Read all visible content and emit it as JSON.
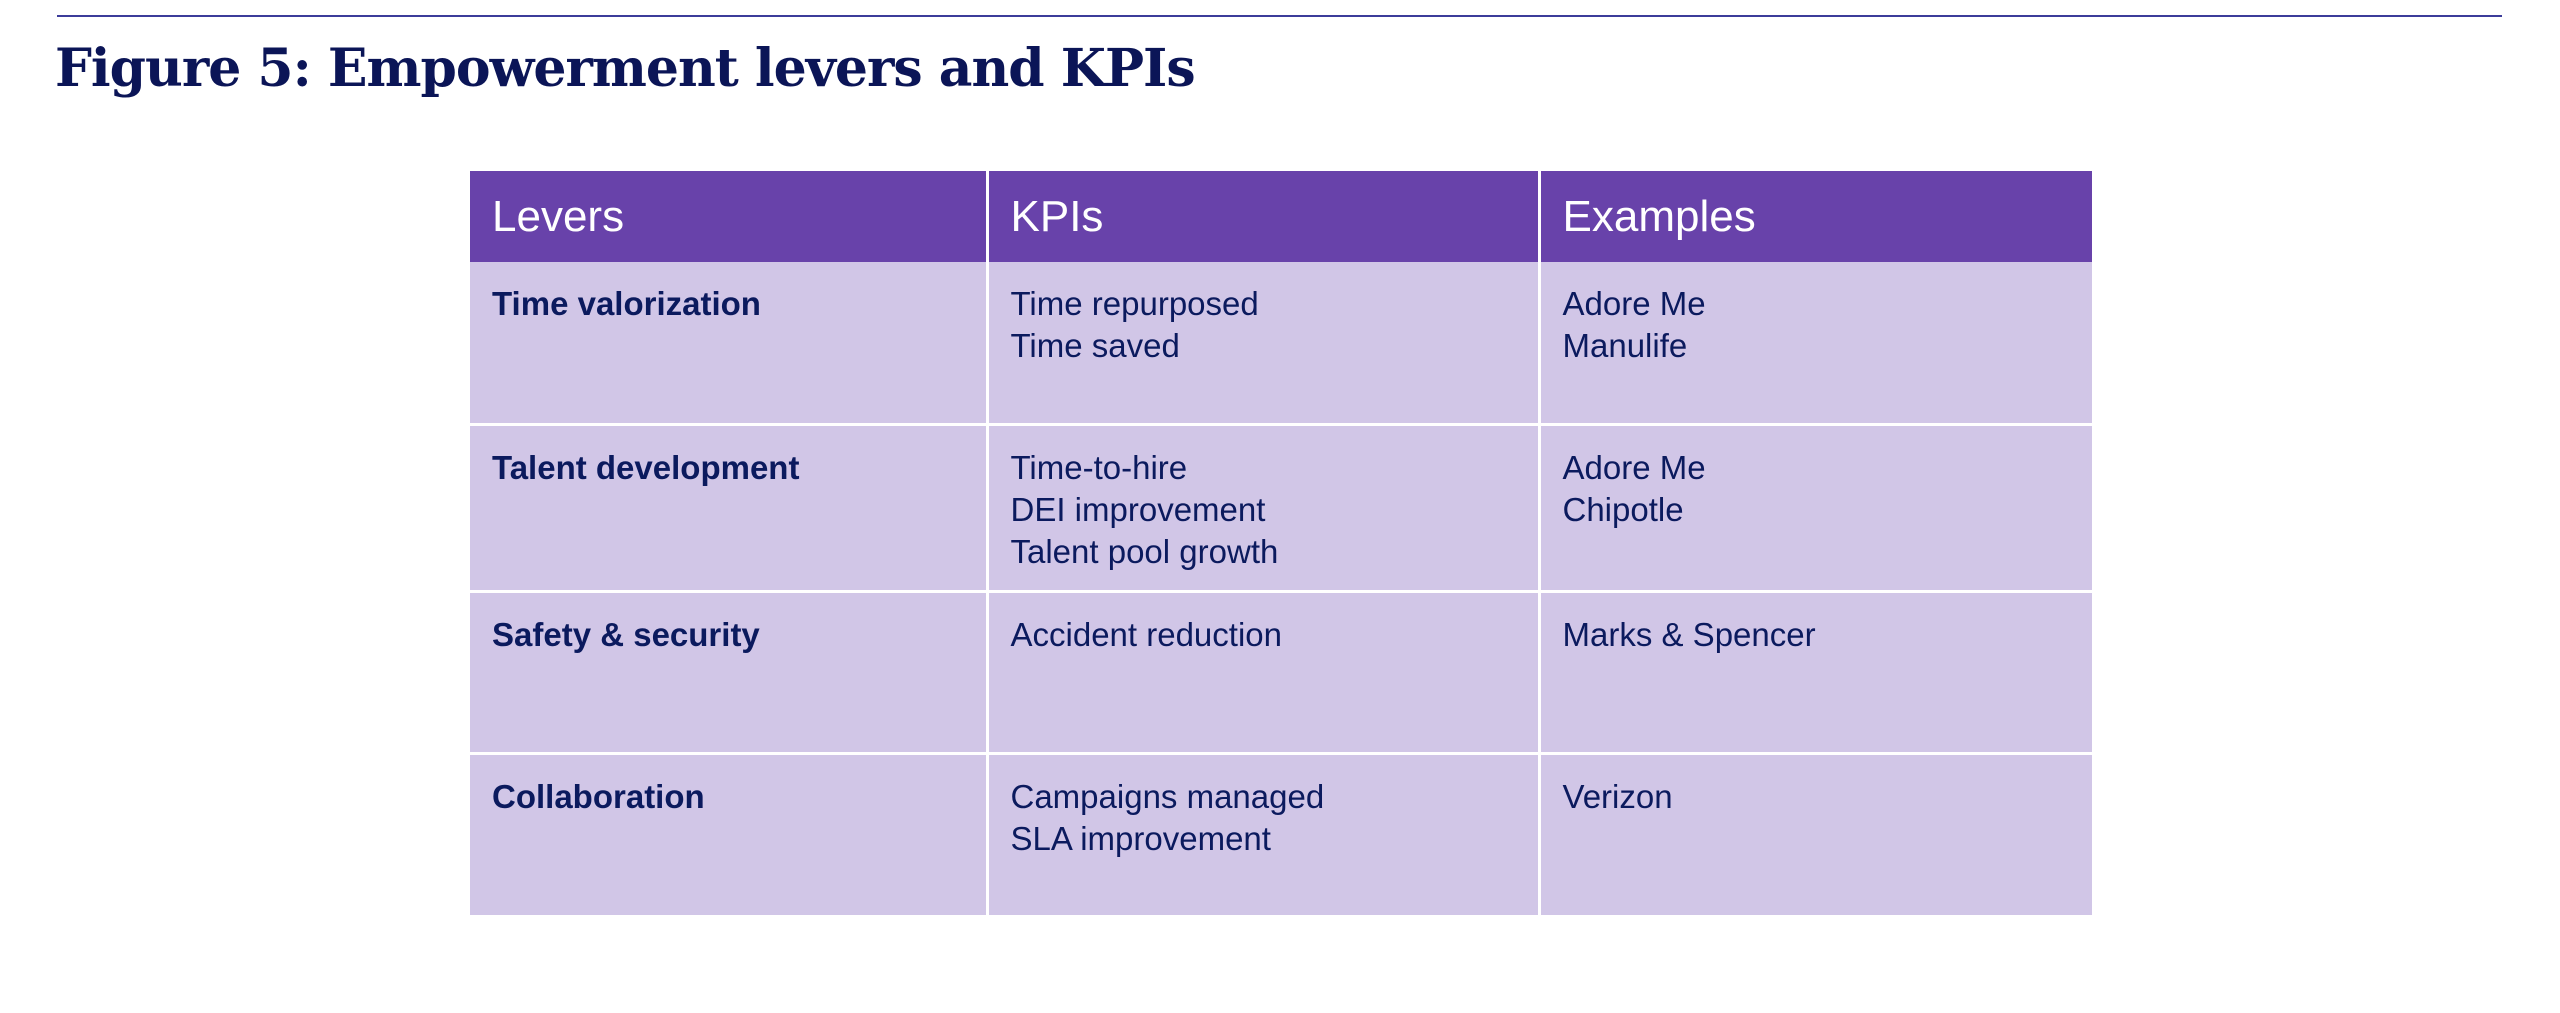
{
  "figure": {
    "title": "Figure 5: Empowerment levers and KPIs"
  },
  "table": {
    "headers": [
      "Levers",
      "KPIs",
      "Examples"
    ],
    "rows": [
      {
        "lever": "Time valorization",
        "kpis": [
          "Time repurposed",
          "Time saved"
        ],
        "examples": [
          "Adore Me",
          "Manulife"
        ]
      },
      {
        "lever": "Talent development",
        "kpis": [
          "Time-to-hire",
          "DEI improvement",
          "Talent pool growth"
        ],
        "examples": [
          "Adore Me",
          "Chipotle"
        ]
      },
      {
        "lever": "Safety & security",
        "kpis": [
          "Accident reduction"
        ],
        "examples": [
          "Marks & Spencer"
        ]
      },
      {
        "lever": "Collaboration",
        "kpis": [
          "Campaigns managed",
          "SLA improvement"
        ],
        "examples": [
          "Verizon"
        ]
      }
    ]
  },
  "colors": {
    "title": "#0b1557",
    "header_bg": "#6842aa",
    "cell_bg": "#d1c6e7",
    "cell_text": "#0b1a5e"
  }
}
